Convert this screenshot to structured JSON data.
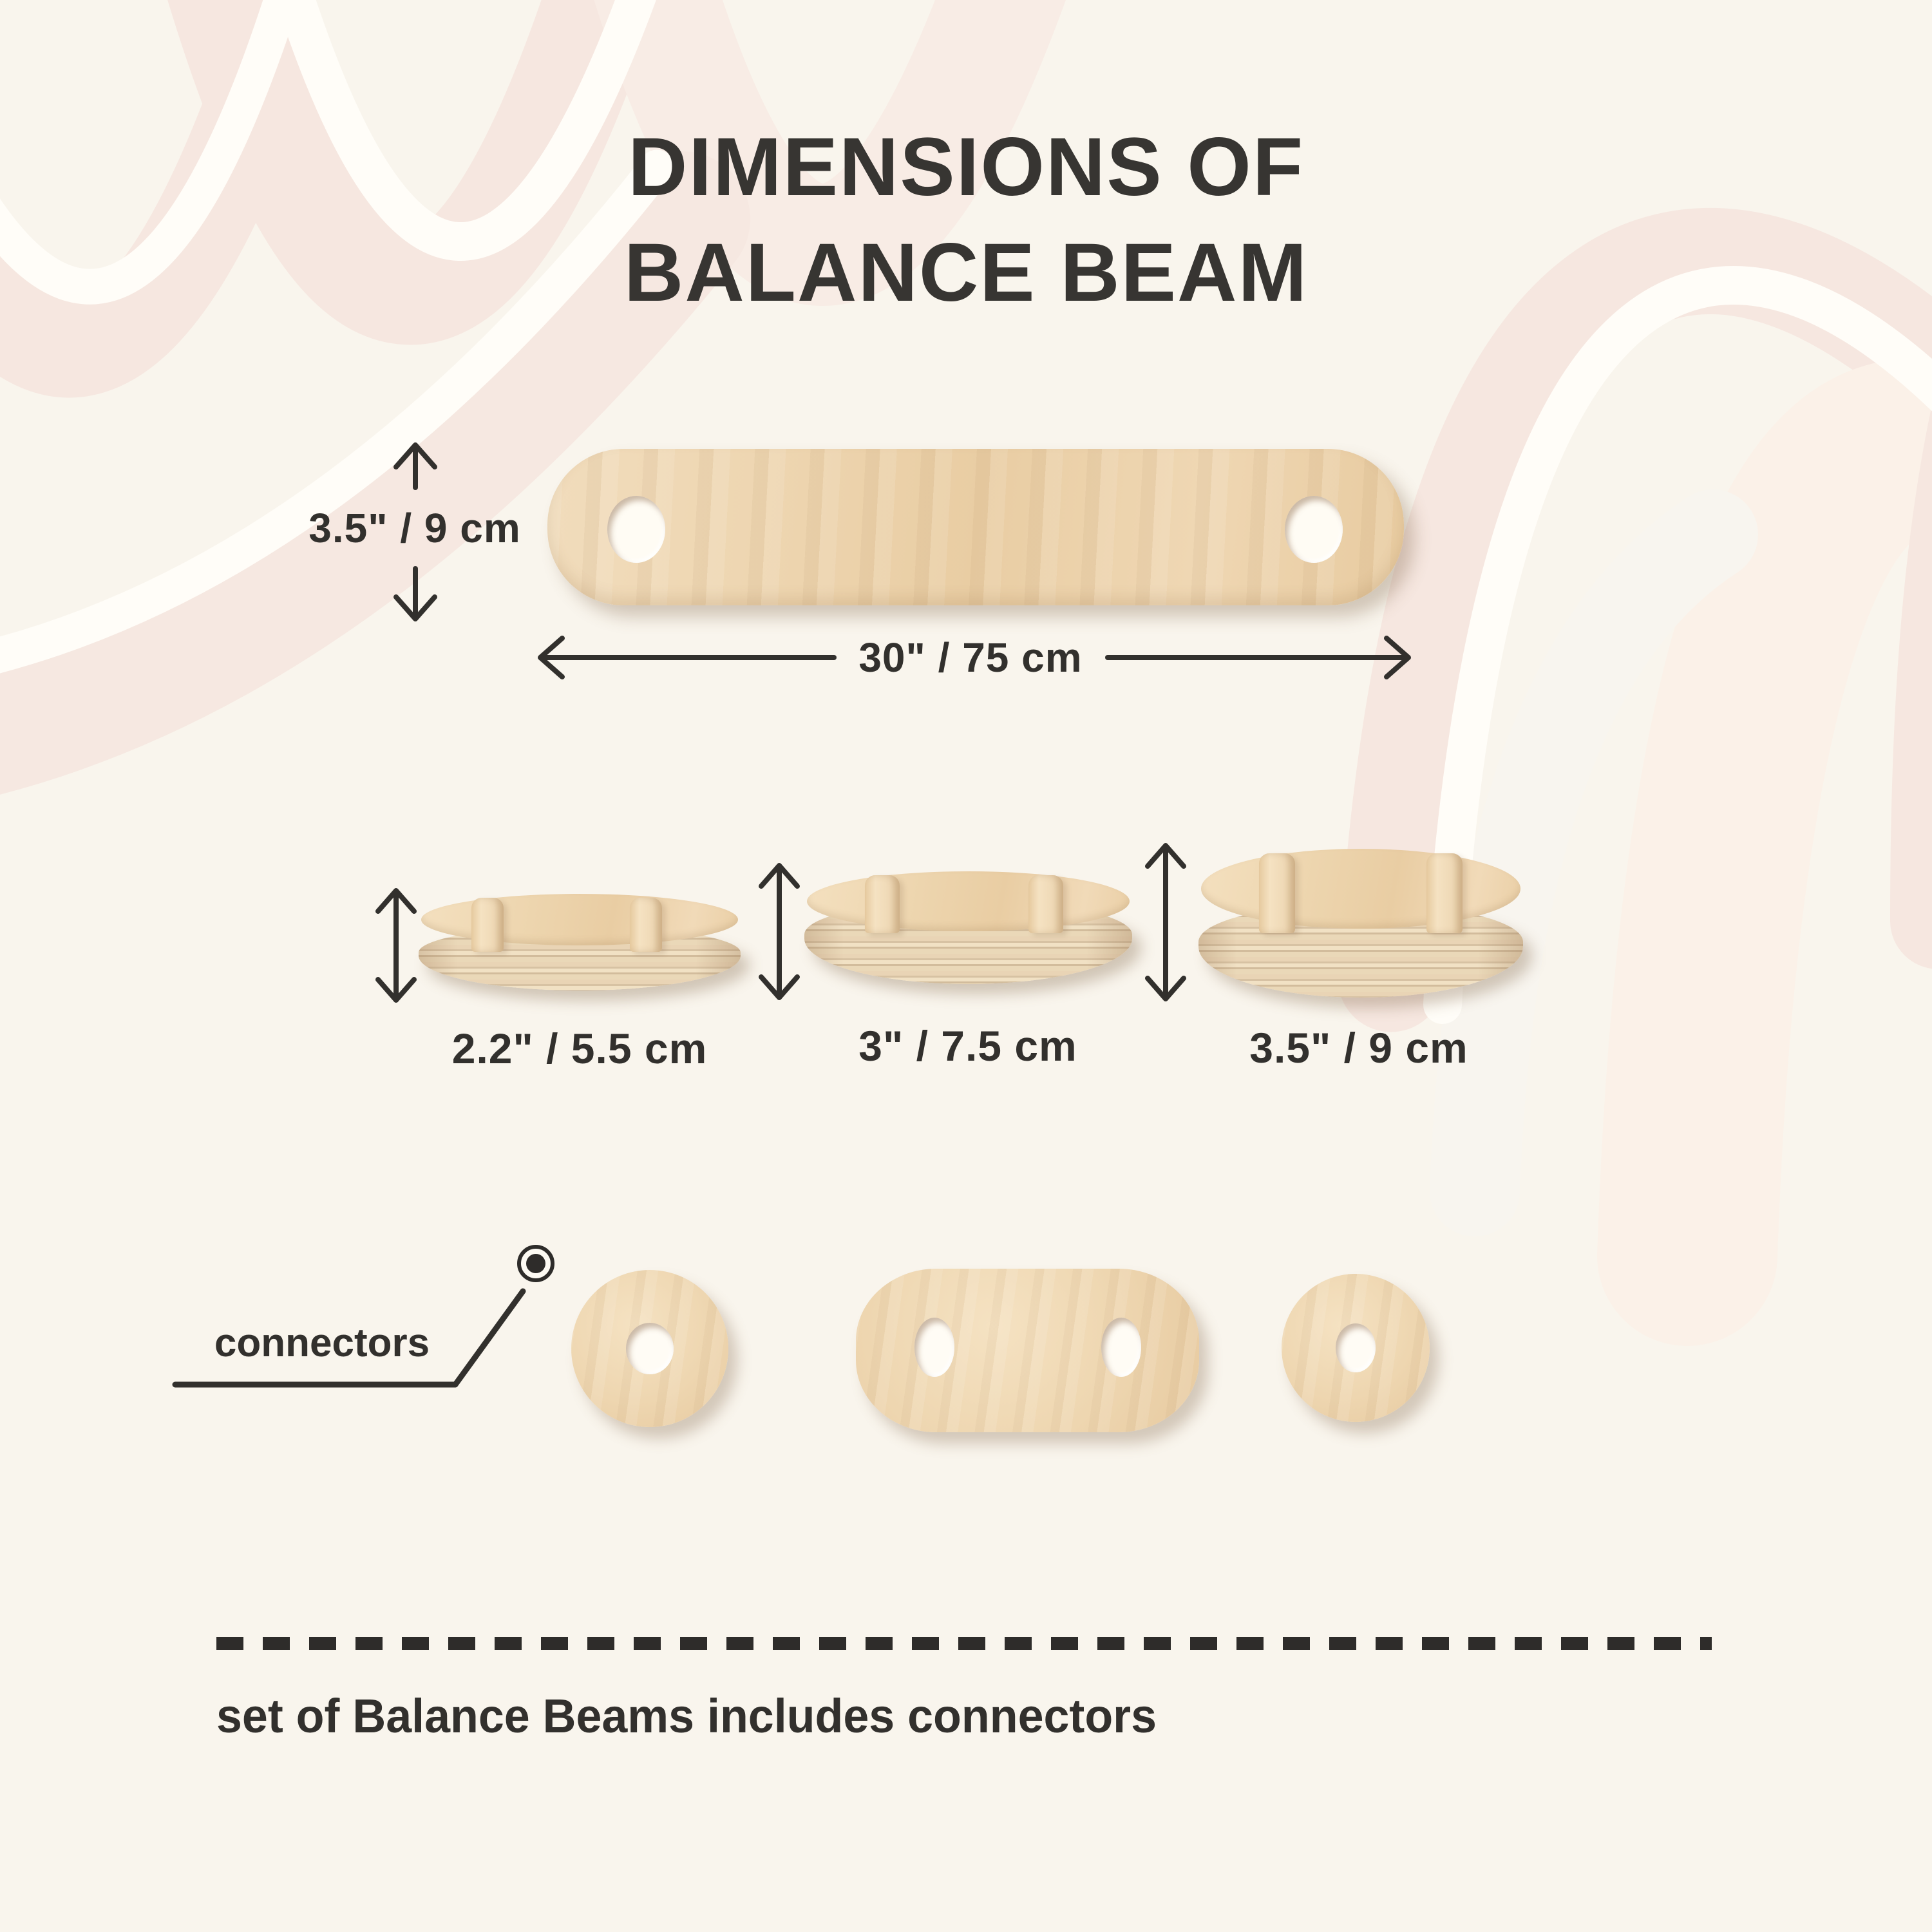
{
  "title": {
    "line1": "DIMENSIONS OF",
    "line2": "BALANCE BEAM"
  },
  "beam": {
    "height_label": "3.5\" / 9 cm",
    "length_label": "30\" / 75 cm"
  },
  "risers": [
    {
      "label": "2.2\" / 5.5 cm"
    },
    {
      "label": "3\" / 7.5 cm"
    },
    {
      "label": "3.5\" / 9 cm"
    }
  ],
  "connectors": {
    "label": "connectors"
  },
  "footer": {
    "note": "set of Balance Beams includes connectors"
  },
  "colors": {
    "ink": "#32302d",
    "background": "#f9f5ed",
    "arc_pink": "#f6e7e0",
    "arc_peach": "#fbf1e8",
    "wood_light": "#f4e0bf",
    "wood_mid": "#e9cda3"
  }
}
